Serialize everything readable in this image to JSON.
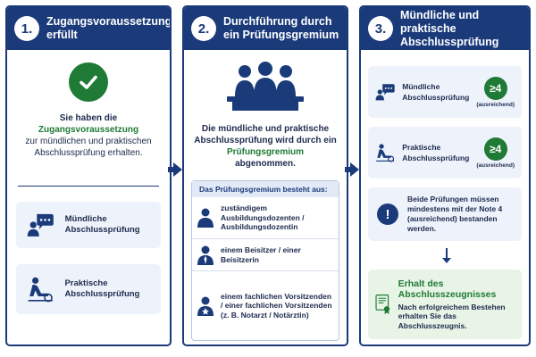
{
  "panel1": {
    "number": "1.",
    "title": "Zugangsvoraussetzung erfüllt",
    "text_before": "Sie haben die",
    "text_highlight": "Zugangsvoraussetzung",
    "text_after": "zur mündlichen und praktischen Abschlussprüfung erhalten.",
    "cards": [
      {
        "label": "Mündliche Abschlussprüfung",
        "icon": "speech-person-icon"
      },
      {
        "label": "Praktische Abschlussprüfung",
        "icon": "practical-work-icon"
      }
    ]
  },
  "panel2": {
    "number": "2.",
    "title": "Durchführung durch ein Prüfungsgremium",
    "text_before": "Die mündliche und praktische Abschlussprüfung wird durch ein",
    "text_highlight": "Prüfungsgremium",
    "text_after": "abgenommen.",
    "box_title": "Das Prüfungsgremium besteht aus:",
    "members": [
      {
        "label": "zuständigem Ausbildungsdozenten / Ausbildungsdozentin",
        "icon": "person-icon"
      },
      {
        "label": "einem Beisitzer / einer Beisitzerin",
        "icon": "person-tie-icon"
      },
      {
        "label": "einem fachlichen Vorsitzenden / einer fachlichen Vorsitzenden (z. B. Notarzt / Notärztin)",
        "icon": "person-star-icon"
      }
    ]
  },
  "panel3": {
    "number": "3.",
    "title": "Mündliche und praktische Abschlussprüfung",
    "exams": [
      {
        "label": "Mündliche Abschlussprüfung",
        "grade": "≥4",
        "grade_note": "(ausreichend)"
      },
      {
        "label": "Praktische Abschlussprüfung",
        "grade": "≥4",
        "grade_note": "(ausreichend)"
      }
    ],
    "requirement": "Beide Prüfungen müssen mindestens mit der Note 4 (ausreichend) bestanden werden.",
    "result_title": "Erhalt des Abschlusszeugnisses",
    "result_text": "Nach erfolgreichem Bestehen erhalten Sie das Abschlusszeugnis."
  },
  "colors": {
    "navy": "#1a3a7a",
    "green": "#1e7a34",
    "light_blue": "#eef3fb",
    "light_green": "#e8f4e6"
  }
}
